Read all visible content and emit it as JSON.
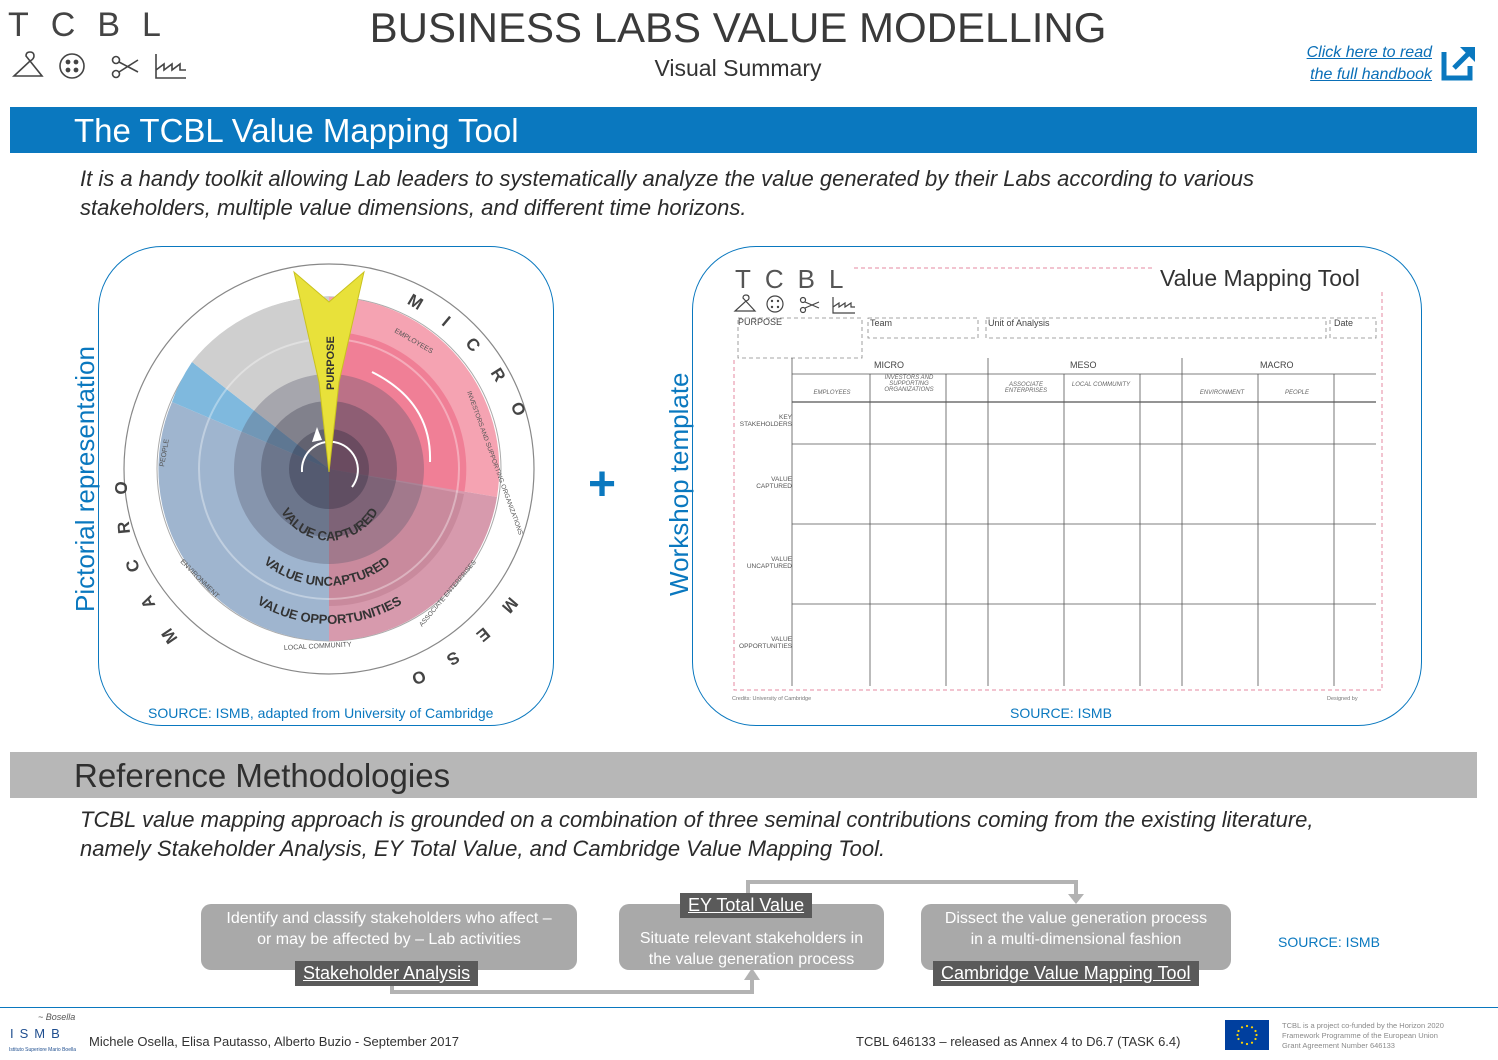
{
  "header": {
    "logo_letters": "TCBL",
    "title": "BUSINESS LABS VALUE MODELLING",
    "subtitle": "Visual Summary",
    "handbook_link_line1": "Click here to read",
    "handbook_link_line2": "the full handbook"
  },
  "section1": {
    "title": "The TCBL Value Mapping Tool",
    "intro_line1": "It is a handy toolkit allowing Lab leaders to systematically analyze the value generated by their Labs according to various",
    "intro_line2": "stakeholders, multiple value dimensions, and different time horizons."
  },
  "pictorial": {
    "label": "Pictorial representation",
    "purpose": "PURPOSE",
    "ring_labels": [
      "VALUE CAPTURED",
      "VALUE UNCAPTURED",
      "VALUE OPPORTUNITIES"
    ],
    "outer_micro": "MICRO",
    "outer_meso": "MESO",
    "outer_macro": "MACRO",
    "stakeholders": [
      "EMPLOYEES",
      "INVESTORS AND SUPPORTING ORGANIZATIONS",
      "ASSOCIATE ENTERPRISES",
      "LOCAL COMMUNITY",
      "ENVIRONMENT",
      "PEOPLE"
    ],
    "source": "SOURCE: ISMB, adapted from University of Cambridge"
  },
  "plus": "+",
  "workshop": {
    "label": "Workshop template",
    "logo_letters": "TCBL",
    "title": "Value Mapping Tool",
    "purpose": "PURPOSE",
    "team": "Team",
    "unit": "Unit of Analysis",
    "date": "Date",
    "groups": [
      "MICRO",
      "MESO",
      "MACRO"
    ],
    "columns": [
      "EMPLOYEES",
      "INVESTORS AND SUPPORTING ORGANIZATIONS",
      "",
      "ASSOCIATE ENTERPRISES",
      "LOCAL COMMUNITY",
      "",
      "ENVIRONMENT",
      "PEOPLE",
      ""
    ],
    "rows": [
      "KEY STAKEHOLDERS",
      "VALUE CAPTURED",
      "VALUE UNCAPTURED",
      "VALUE OPPORTUNITIES"
    ],
    "credits": "Credits: University of Cambridge",
    "designed_by": "Designed by",
    "source": "SOURCE: ISMB"
  },
  "section2": {
    "title": "Reference Methodologies",
    "intro_line1": "TCBL value mapping approach is grounded on a combination of three seminal contributions coming from the existing literature,",
    "intro_line2": "namely Stakeholder Analysis, EY Total Value, and Cambridge Value Mapping Tool."
  },
  "flow": {
    "box1_line1": "Identify and classify stakeholders who affect –",
    "box1_line2": "or may be affected by – Lab activities",
    "box1_tag": "Stakeholder Analysis",
    "box2_line1": "Situate relevant stakeholders in",
    "box2_line2": "the value generation process",
    "box2_tag": "EY Total Value",
    "box3_line1": "Dissect the value generation process",
    "box3_line2": "in a multi-dimensional fashion",
    "box3_tag": "Cambridge Value Mapping Tool",
    "source": "SOURCE: ISMB"
  },
  "footer": {
    "ismb_letters": "ISMB",
    "ismb_sub": "Istituto Superiore Mario Boella",
    "authors": "Michele Osella, Elisa Pautasso, Alberto Buzio  - September 2017",
    "release": "TCBL 646133 – released as Annex 4 to D6.7 (TASK 6.4)",
    "funding_line1": "TCBL is a project co-funded by the Horizon 2020",
    "funding_line2": "Framework Programme of the European Union",
    "funding_line3": "Grant Agreement Number 646133"
  },
  "colors": {
    "accent": "#0a78bf",
    "grey_bar": "#b7b7b7",
    "flow_box": "#a9a9a9",
    "flow_tag": "#5a5a5a",
    "purpose_yellow": "#e8e13a",
    "micro_pink": "#f07f96",
    "macro_blue": "#7fb9de"
  }
}
